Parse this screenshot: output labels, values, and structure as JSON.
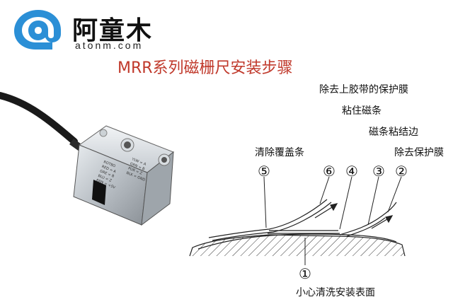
{
  "logo": {
    "name_cn": "阿童木",
    "domain": "atonm.com",
    "brand_color": "#2b8fd6"
  },
  "title": "MRR系列磁栅尺安装步骤",
  "title_color": "#c0392b",
  "sensor": {
    "front_text": [
      "ROTBO",
      "RED = A",
      "GRE = B",
      "BLU = Z",
      "BRN = +5V"
    ],
    "side_text": [
      "YLW = A",
      "GRN = B",
      "PUR = Z",
      "BLK = GND"
    ]
  },
  "labels": {
    "step_remove_top_tape": "除去上胶带的保护膜",
    "step_stick": "粘住磁条",
    "step_bond_edge": "磁条粘结边",
    "step_remove_cover": "清除覆盖条",
    "step_remove_film": "除去保护膜",
    "step_clean": "小心清洗安装表面"
  },
  "markers": [
    "⑤",
    "⑥",
    "④",
    "③",
    "②",
    "①"
  ]
}
